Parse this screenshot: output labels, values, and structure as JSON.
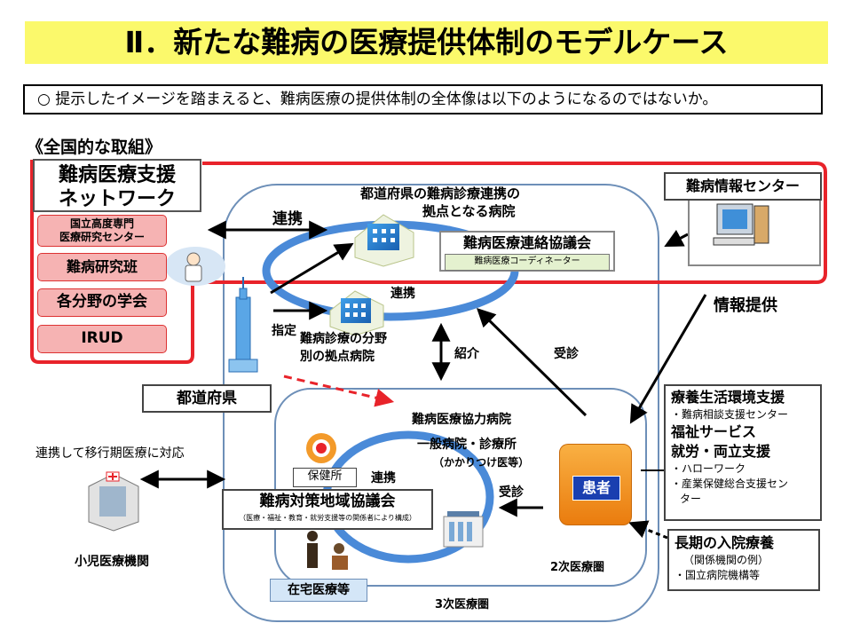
{
  "title": "Ⅱ．新たな難病の医療提供体制のモデルケース",
  "intro": "○ 提示したイメージを踏まえると、難病医療の提供体制の全体像は以下のようになるのではないか。",
  "section_heading": "《全国的な取組》",
  "network": {
    "title_line1": "難病医療支援",
    "title_line2": "ネットワーク",
    "items": [
      {
        "line1": "国立高度専門",
        "line2": "医療研究センター"
      },
      {
        "label": "難病研究班"
      },
      {
        "label": "各分野の学会"
      },
      {
        "label": "IRUD"
      }
    ]
  },
  "labels": {
    "renkei_top": "連携",
    "prefectural_hospital_l1": "都道府県の難病診療連携の",
    "prefectural_hospital_l2": "拠点となる病院",
    "council": "難病医療連絡協議会",
    "coordinator": "難病医療コーディネーター",
    "renkei_ring": "連携",
    "shitei": "指定",
    "field_hospital_l1": "難病診療の分野",
    "field_hospital_l2": "別の拠点病院",
    "shokai": "紹介",
    "jushin_right": "受診",
    "johoteikyo": "情報提供",
    "prefecture": "都道府県",
    "coop_hospital": "難病医療協力病院",
    "general_hospital": "一般病院・診療所",
    "family_doctor": "（かかりつけ医等）",
    "health_center": "保健所",
    "renkei_local": "連携",
    "jushin_local": "受診",
    "regional_council": "難病対策地域協議会",
    "regional_council_note": "（医療・福祉・教育・就労支援等の関係者により構成）",
    "home_care": "在宅医療等",
    "zone2": "2次医療圏",
    "zone3": "3次医療圏",
    "transition": "連携して移行期医療に対応",
    "pediatric": "小児医療機関",
    "patient": "患者",
    "info_center": "難病情報センター"
  },
  "support_box": {
    "h1": "療養生活環境支援",
    "i1": "・難病相談支援センター",
    "h2": "福祉サービス",
    "h3": "就労・両立支援",
    "i2": "・ハローワーク",
    "i3": "・産業保健総合支援セン",
    "i3b": "ター"
  },
  "longterm_box": {
    "h": "長期の入院療養",
    "i1": "（関係機関の例）",
    "i2": "・国立病院機構等"
  },
  "colors": {
    "title_bg": "#fbf96b",
    "national_frame": "#e8232a",
    "ring_blue": "#4a8ad8",
    "zone_border": "#6d8fb8",
    "coordinator_bg": "#e4f1cf",
    "patient_orange": "#f39a2a",
    "patient_label_bg": "#1a3fb0",
    "network_item_bg": "#f6b3b3"
  },
  "icons": [
    "hospital-building-icon",
    "doctor-icon",
    "tower-icon",
    "health-center-logo-icon",
    "clinic-icon",
    "family-icon",
    "pediatric-hospital-icon",
    "computer-icon"
  ]
}
